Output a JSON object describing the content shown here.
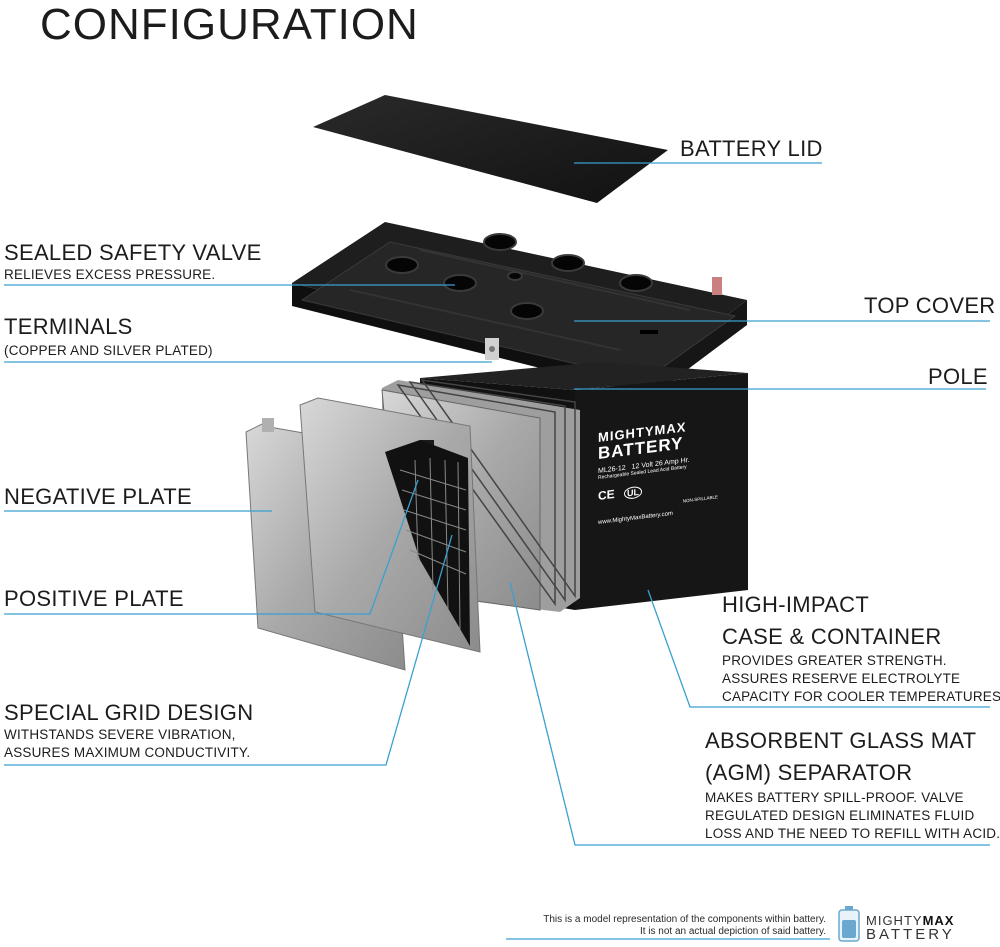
{
  "title": "CONFIGURATION",
  "labels": {
    "battery_lid": "BATTERY LID",
    "sealed_safety_valve": "SEALED SAFETY VALVE",
    "sealed_safety_valve_desc": "RELIEVES EXCESS PRESSURE.",
    "top_cover": "TOP COVER",
    "terminals": "TERMINALS",
    "terminals_desc": "(COPPER AND SILVER PLATED)",
    "pole": "POLE",
    "negative_plate": "NEGATIVE PLATE",
    "positive_plate": "POSITIVE PLATE",
    "high_impact_line1": "HIGH-IMPACT",
    "high_impact_line2": "CASE & CONTAINER",
    "high_impact_desc": [
      "PROVIDES GREATER STRENGTH.",
      "ASSURES RESERVE ELECTROLYTE",
      "CAPACITY FOR COOLER TEMPERATURES."
    ],
    "special_grid": "SPECIAL GRID DESIGN",
    "special_grid_desc": [
      "WITHSTANDS SEVERE VIBRATION,",
      "ASSURES MAXIMUM CONDUCTIVITY."
    ],
    "agm_line1": "ABSORBENT GLASS MAT",
    "agm_line2": "(AGM) SEPARATOR",
    "agm_desc": [
      "MAKES BATTERY SPILL-PROOF. VALVE",
      "REGULATED DESIGN ELIMINATES FLUID",
      "LOSS AND THE NEED TO REFILL WITH ACID."
    ]
  },
  "battery_face": {
    "brand_line1": "MIGHTYMAX",
    "brand_line2": "BATTERY",
    "model": "ML26-12",
    "spec": "12 Volt 26 Amp Hr.",
    "sub": "Rechargeable Sealed Lead Acid Battery",
    "website": "www.MightyMaxBattery.com",
    "non_spillable": "NON-SPILLABLE",
    "ce": "CE",
    "ul": "UL"
  },
  "disclaimer": {
    "line1": "This is a model representation of the components within battery.",
    "line2": "It is not an actual depiction of said battery."
  },
  "logo": {
    "mighty": "MIGHTY",
    "max": "MAX",
    "battery": "BATTERY"
  },
  "colors": {
    "leader_line": "#3aa0d0",
    "battery_body": "#1a1a1a",
    "plate": "#b9b9b9"
  }
}
